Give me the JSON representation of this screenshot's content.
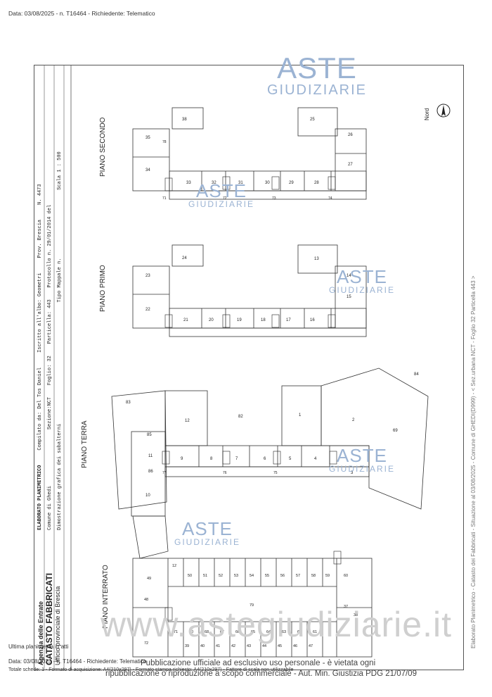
{
  "header": {
    "text": "Data: 03/08/2025 - n. T16464 - Richiedente: Telematico"
  },
  "title_block": {
    "agency": "Agenzia delle Entrate",
    "catasto": "CATASTO FABBRICATI",
    "office": "Ufficio provinciale di Brescia",
    "doc_title": "ELABORATO PLANIMETRICO",
    "compiled_by": "Compilato da: Del Tos Daniel",
    "registered": "Iscritto all'albo: Geometri",
    "province": "Prov. Brescia",
    "number": "N. 4473",
    "comune": "Comune di Ghedi",
    "sezione": "Sezione:NCT",
    "foglio": "Foglio: 32",
    "particella": "Particella: 443",
    "protocol": "Protocollo n.",
    "date": "29/01/2014",
    "del": "del",
    "dimostrazione": "Dimostrazione grafica dei subalterni",
    "tipo_mappale": "Tipo Mappale n.",
    "scala": "Scala 1 : 500",
    "nord": "Nord"
  },
  "floors": {
    "interrato": "PIANO INTERRATO",
    "terra": "PIANO TERRA",
    "primo": "PIANO PRIMO",
    "secondo": "PIANO SECONDO"
  },
  "units": {
    "secondo": [
      "38",
      "35",
      "34",
      "33",
      "32",
      "31",
      "30",
      "29",
      "28",
      "27",
      "26",
      "25"
    ],
    "primo": [
      "24",
      "23",
      "22",
      "21",
      "20",
      "19",
      "18",
      "17",
      "16",
      "15",
      "14",
      "13"
    ],
    "terra": [
      "12",
      "11",
      "10",
      "9",
      "8",
      "7",
      "6",
      "5",
      "4",
      "3",
      "2",
      "1",
      "82",
      "83",
      "84",
      "69",
      "85",
      "86"
    ],
    "interrato": [
      "12",
      "49",
      "50",
      "51",
      "52",
      "53",
      "54",
      "55",
      "56",
      "57",
      "58",
      "59",
      "60",
      "61",
      "62",
      "63",
      "64",
      "65",
      "66",
      "67",
      "68",
      "70",
      "71",
      "72",
      "37",
      "38",
      "39",
      "40",
      "41",
      "42",
      "43",
      "44",
      "45",
      "46",
      "47",
      "48",
      "79"
    ]
  },
  "stairs": [
    "71",
    "72",
    "73",
    "74",
    "75",
    "76",
    "77",
    "78"
  ],
  "side_note": "Elaborato Planimetrico - Catasto dei Fabbricati - Situazione al 03/08/2025 - Comune di GHEDI(D999) - < Sez.urbana NCT - Foglio 32 Particella 443 >",
  "watermarks": {
    "aste_l1": "ASTE",
    "aste_l2": "GIUDIZIARIE",
    "site": "www.astegiudiziarie.it"
  },
  "legal": {
    "line1": "Pubblicazione ufficiale ad esclusivo uso personale - è vietata ogni",
    "line2": "ripubblicazione o riproduzione a scopo commerciale - Aut. Min. Giustizia PDG 21/07/09"
  },
  "footer": {
    "ultima": "Ultima planimetria in atti",
    "data": "Data: 03/08/2025 - n. T16464 - Richiedente: Telematico",
    "totale": "Totale schede: 1 - Formato di acquisizione: A4(210x297) - Formato stampa richiesto: A4(210x297) - Fattore di scala non utilizzabile"
  }
}
